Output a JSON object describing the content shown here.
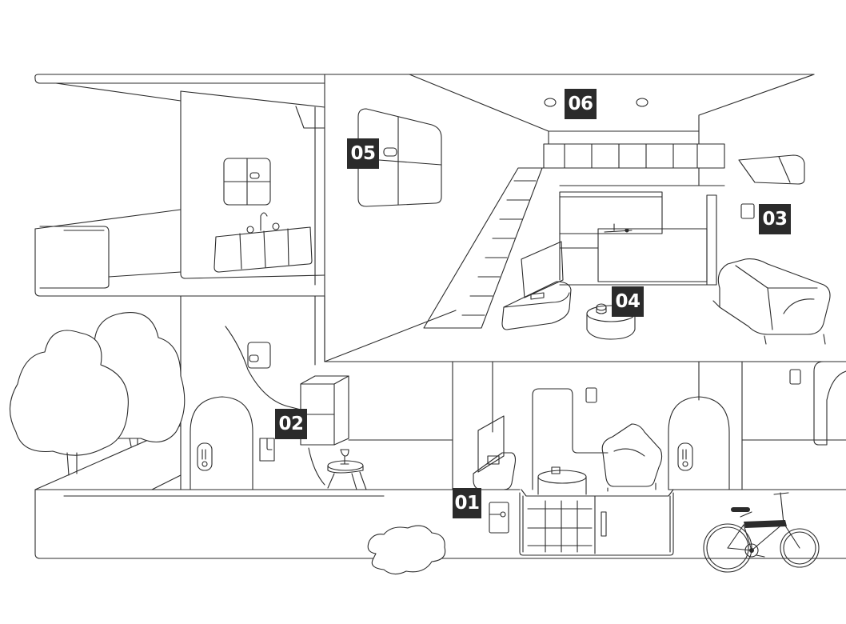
{
  "hotspots": {
    "m01": "01",
    "m02": "02",
    "m03": "03",
    "m04": "04",
    "m05": "05",
    "m06": "06"
  },
  "colors": {
    "line": "#2b2b2b",
    "marker_bg": "#2b2b2b",
    "marker_text": "#ffffff",
    "background": "#ffffff"
  }
}
